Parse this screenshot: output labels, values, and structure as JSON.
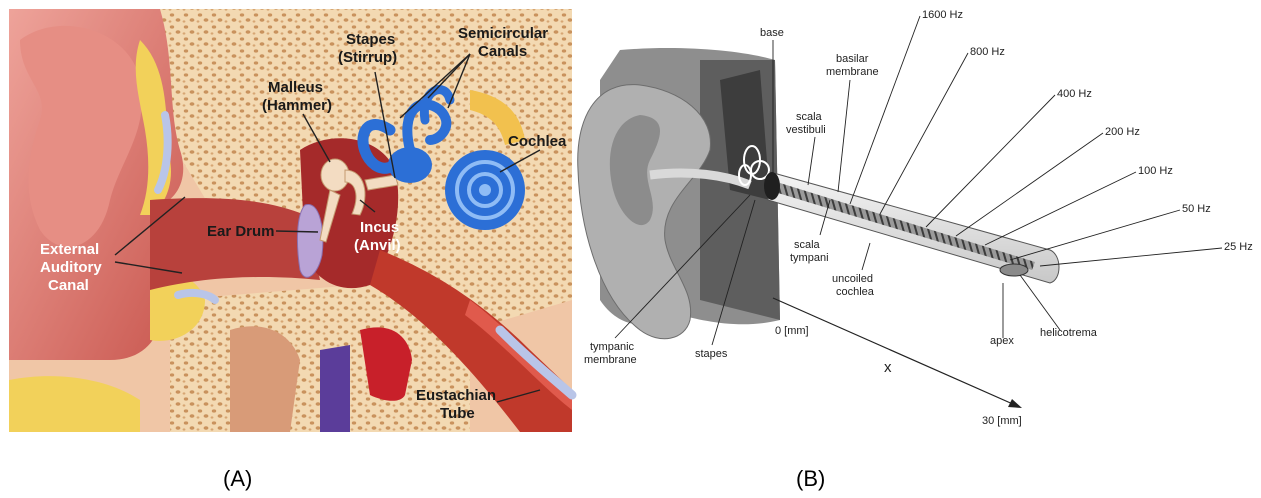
{
  "panel_a": {
    "caption": "(A)",
    "labels": {
      "stapes_l1": "Stapes",
      "stapes_l2": "(Stirrup)",
      "semicircular_l1": "Semicircular",
      "semicircular_l2": "Canals",
      "malleus_l1": "Malleus",
      "malleus_l2": "(Hammer)",
      "cochlea": "Cochlea",
      "ear_drum": "Ear Drum",
      "incus_l1": "Incus",
      "incus_l2": "(Anvil)",
      "external_l1": "External",
      "external_l2": "Auditory",
      "external_l3": "Canal",
      "eustachian_l1": "Eustachian",
      "eustachian_l2": "Tube"
    }
  },
  "panel_b": {
    "caption": "(B)",
    "labels": {
      "base": "base",
      "basilar_l1": "basilar",
      "basilar_l2": "membrane",
      "scala_vestibuli_l1": "scala",
      "scala_vestibuli_l2": "vestibuli",
      "scala_tympani_l1": "scala",
      "scala_tympani_l2": "tympani",
      "uncoiled_l1": "uncoiled",
      "uncoiled_l2": "cochlea",
      "apex": "apex",
      "helicotrema": "helicotrema",
      "tympanic_l1": "tympanic",
      "tympanic_l2": "membrane",
      "stapes": "stapes",
      "zero_mm": "0 [mm]",
      "x_axis": "x",
      "thirty_mm": "30 [mm]"
    },
    "frequencies": [
      "1600 Hz",
      "800 Hz",
      "400 Hz",
      "200 Hz",
      "100 Hz",
      "50 Hz",
      "25 Hz"
    ]
  },
  "colors": {
    "skin": "#e0877f",
    "skin_dark": "#b8413c",
    "cartilage_yellow": "#f2d15a",
    "bone": "#f0cfa6",
    "labyrinth_blue": "#2c6fd6",
    "drum_purple": "#b9a3d6",
    "vessel_red": "#c8202a",
    "gray_ear": "#8a8a8a"
  }
}
